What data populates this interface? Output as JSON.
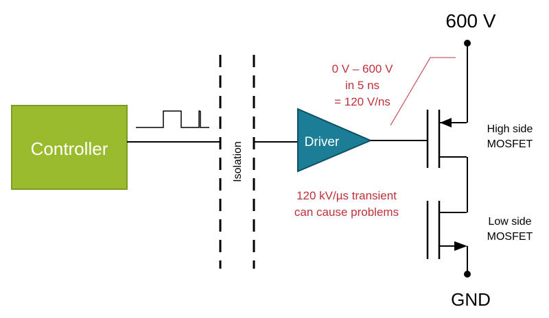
{
  "diagram": {
    "controller_label": "Controller",
    "isolation_label": "Isolation",
    "driver_label": "Driver",
    "supply_label": "600 V",
    "ground_label": "GND",
    "slew_annotation": {
      "line1": "0 V – 600 V",
      "line2": "in 5 ns",
      "line3": "= 120 V/ns"
    },
    "transient_annotation": {
      "line1": "120 kV/µs transient",
      "line2": "can cause problems"
    },
    "high_side": {
      "line1": "High side",
      "line2": "MOSFET"
    },
    "low_side": {
      "line1": "Low side",
      "line2": "MOSFET"
    },
    "colors": {
      "controller_fill": "#9bbb2e",
      "controller_stroke": "#7e9a22",
      "driver_fill": "#1b7d96",
      "driver_stroke": "#0f4f63",
      "annotation_text": "#c0303a",
      "leader_line": "#c0303a",
      "wire": "#000000"
    }
  }
}
